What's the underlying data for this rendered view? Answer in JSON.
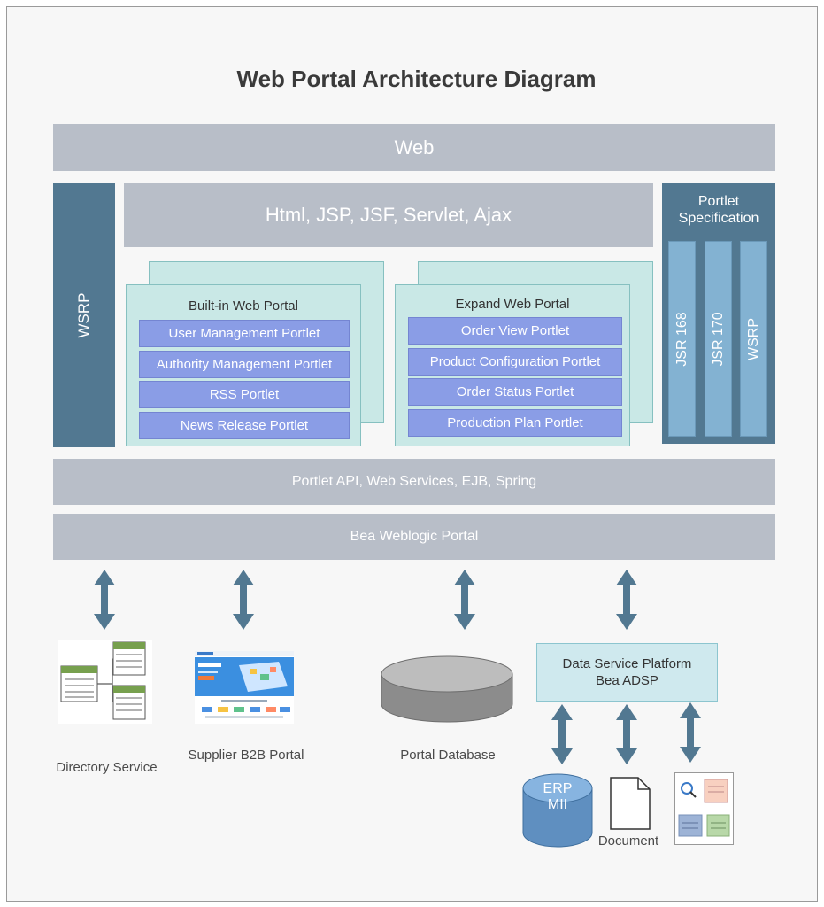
{
  "title": "Web Portal Architecture Diagram",
  "layers": {
    "web": "Web",
    "html": "Html, JSP, JSF, Servlet, Ajax",
    "api": "Portlet API, Web Services, EJB, Spring",
    "weblogic": "Bea Weblogic Portal"
  },
  "wsrp_left": "WSRP",
  "portlet_spec": {
    "title_line1": "Portlet",
    "title_line2": "Specification",
    "pillars": [
      "JSR 168",
      "JSR 170",
      "WSRP"
    ]
  },
  "builtin": {
    "title": "Built-in Web Portal",
    "items": [
      "User Management Portlet",
      "Authority Management Portlet",
      "RSS Portlet",
      "News Release Portlet"
    ]
  },
  "expand": {
    "title": "Expand Web Portal",
    "items": [
      "Order View Portlet",
      "Product Configuration Portlet",
      "Order Status Portlet",
      "Production Plan Portlet"
    ]
  },
  "bottom": {
    "directory": "Directory Service",
    "supplier": "Supplier B2B Portal",
    "database": "Portal Database",
    "dsp_line1": "Data Service Platform",
    "dsp_line2": "Bea ADSP",
    "erp_line1": "ERP",
    "erp_line2": "MII",
    "document": "Document"
  },
  "colors": {
    "grey_layer": "#b8bec8",
    "dark_blue": "#527891",
    "pillar_blue": "#83b2d2",
    "card_teal": "#c9e8e6",
    "portlet_purple": "#8a9de6",
    "arrow": "#527891"
  }
}
